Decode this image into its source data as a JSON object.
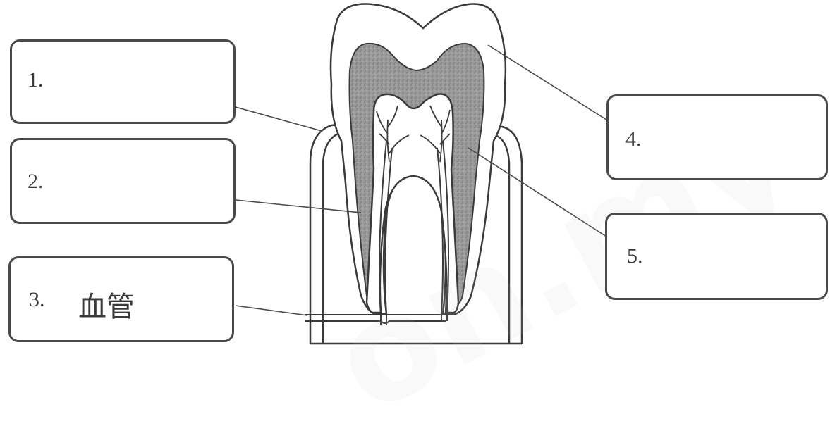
{
  "labels": [
    {
      "number": "1.",
      "answer": ""
    },
    {
      "number": "2.",
      "answer": ""
    },
    {
      "number": "3.",
      "answer": "血管"
    },
    {
      "number": "4.",
      "answer": ""
    },
    {
      "number": "5.",
      "answer": ""
    }
  ],
  "watermark": "on.my"
}
